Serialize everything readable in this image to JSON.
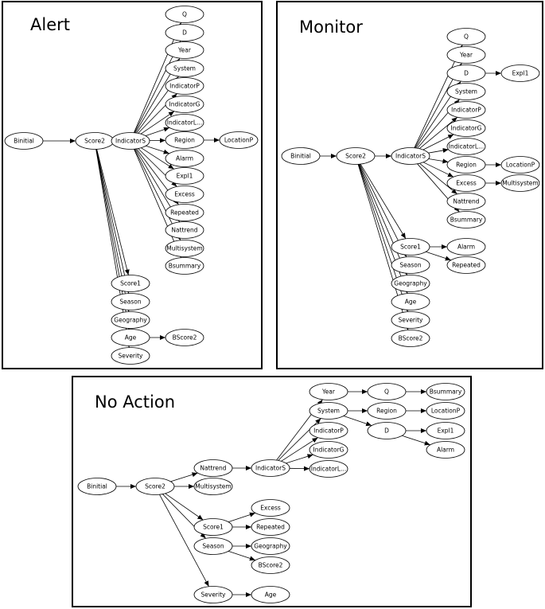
{
  "panels": {
    "alert": {
      "title": "Alert"
    },
    "monitor": {
      "title": "Monitor"
    },
    "no_action": {
      "title": "No Action"
    }
  },
  "graphs": {
    "alert": {
      "nodes": [
        {
          "id": "binitial",
          "label": "Binitial"
        },
        {
          "id": "score2",
          "label": "Score2"
        },
        {
          "id": "indicators",
          "label": "IndicatorS"
        },
        {
          "id": "q",
          "label": "Q"
        },
        {
          "id": "d",
          "label": "D"
        },
        {
          "id": "year",
          "label": "Year"
        },
        {
          "id": "system",
          "label": "System"
        },
        {
          "id": "indicatorp",
          "label": "IndicatorP"
        },
        {
          "id": "indicatorg",
          "label": "IndicatorG"
        },
        {
          "id": "indicatorl",
          "label": "IndicatorL..."
        },
        {
          "id": "region",
          "label": "Region"
        },
        {
          "id": "alarm",
          "label": "Alarm"
        },
        {
          "id": "expl1",
          "label": "Expl1"
        },
        {
          "id": "excess",
          "label": "Excess"
        },
        {
          "id": "repeated",
          "label": "Repeated"
        },
        {
          "id": "nattrend",
          "label": "Nattrend"
        },
        {
          "id": "multisystem",
          "label": "Multisystem"
        },
        {
          "id": "bsummary",
          "label": "Bsummary"
        },
        {
          "id": "locationp",
          "label": "LocationP"
        },
        {
          "id": "score1",
          "label": "Score1"
        },
        {
          "id": "season",
          "label": "Season"
        },
        {
          "id": "geography",
          "label": "Geography"
        },
        {
          "id": "age",
          "label": "Age"
        },
        {
          "id": "severity",
          "label": "Severity"
        },
        {
          "id": "bscore2",
          "label": "BScore2"
        }
      ],
      "edges": [
        [
          "binitial",
          "score2"
        ],
        [
          "score2",
          "indicators"
        ],
        [
          "indicators",
          "q"
        ],
        [
          "indicators",
          "d"
        ],
        [
          "indicators",
          "year"
        ],
        [
          "indicators",
          "system"
        ],
        [
          "indicators",
          "indicatorp"
        ],
        [
          "indicators",
          "indicatorg"
        ],
        [
          "indicators",
          "indicatorl"
        ],
        [
          "indicators",
          "region"
        ],
        [
          "indicators",
          "alarm"
        ],
        [
          "indicators",
          "expl1"
        ],
        [
          "indicators",
          "excess"
        ],
        [
          "indicators",
          "repeated"
        ],
        [
          "indicators",
          "nattrend"
        ],
        [
          "indicators",
          "multisystem"
        ],
        [
          "indicators",
          "bsummary"
        ],
        [
          "region",
          "locationp"
        ],
        [
          "score2",
          "score1"
        ],
        [
          "score2",
          "season"
        ],
        [
          "score2",
          "geography"
        ],
        [
          "score2",
          "age"
        ],
        [
          "score2",
          "severity"
        ],
        [
          "age",
          "bscore2"
        ]
      ]
    },
    "monitor": {
      "nodes": [
        {
          "id": "binitial",
          "label": "Binitial"
        },
        {
          "id": "score2",
          "label": "Score2"
        },
        {
          "id": "indicators",
          "label": "IndicatorS"
        },
        {
          "id": "q",
          "label": "Q"
        },
        {
          "id": "year",
          "label": "Year"
        },
        {
          "id": "d",
          "label": "D"
        },
        {
          "id": "system",
          "label": "System"
        },
        {
          "id": "indicatorp",
          "label": "IndicatorP"
        },
        {
          "id": "indicatorg",
          "label": "IndicatorG"
        },
        {
          "id": "indicatorl",
          "label": "IndicatorL..."
        },
        {
          "id": "region",
          "label": "Region"
        },
        {
          "id": "excess",
          "label": "Excess"
        },
        {
          "id": "nattrend",
          "label": "Nattrend"
        },
        {
          "id": "bsummary",
          "label": "Bsummary"
        },
        {
          "id": "expl1",
          "label": "Expl1"
        },
        {
          "id": "locationp",
          "label": "LocationP"
        },
        {
          "id": "multisystem",
          "label": "Multisystem"
        },
        {
          "id": "score1",
          "label": "Score1"
        },
        {
          "id": "alarm",
          "label": "Alarm"
        },
        {
          "id": "repeated",
          "label": "Repeated"
        },
        {
          "id": "season",
          "label": "Season"
        },
        {
          "id": "geography",
          "label": "Geography"
        },
        {
          "id": "age",
          "label": "Age"
        },
        {
          "id": "severity",
          "label": "Severity"
        },
        {
          "id": "bscore2",
          "label": "BScore2"
        }
      ],
      "edges": [
        [
          "binitial",
          "score2"
        ],
        [
          "score2",
          "indicators"
        ],
        [
          "indicators",
          "q"
        ],
        [
          "indicators",
          "year"
        ],
        [
          "indicators",
          "d"
        ],
        [
          "indicators",
          "system"
        ],
        [
          "indicators",
          "indicatorp"
        ],
        [
          "indicators",
          "indicatorg"
        ],
        [
          "indicators",
          "indicatorl"
        ],
        [
          "indicators",
          "region"
        ],
        [
          "indicators",
          "excess"
        ],
        [
          "indicators",
          "nattrend"
        ],
        [
          "indicators",
          "bsummary"
        ],
        [
          "d",
          "expl1"
        ],
        [
          "region",
          "locationp"
        ],
        [
          "excess",
          "multisystem"
        ],
        [
          "score2",
          "score1"
        ],
        [
          "score2",
          "season"
        ],
        [
          "score2",
          "geography"
        ],
        [
          "score2",
          "age"
        ],
        [
          "score2",
          "severity"
        ],
        [
          "score2",
          "bscore2"
        ],
        [
          "score1",
          "alarm"
        ],
        [
          "score1",
          "repeated"
        ]
      ]
    },
    "no_action": {
      "nodes": [
        {
          "id": "binitial",
          "label": "Binitial"
        },
        {
          "id": "score2",
          "label": "Score2"
        },
        {
          "id": "nattrend",
          "label": "Nattrend"
        },
        {
          "id": "multisystem",
          "label": "Multisystem"
        },
        {
          "id": "indicators",
          "label": "IndicatorS"
        },
        {
          "id": "year",
          "label": "Year"
        },
        {
          "id": "system",
          "label": "System"
        },
        {
          "id": "indicatorp",
          "label": "IndicatorP"
        },
        {
          "id": "indicatorg",
          "label": "IndicatorG"
        },
        {
          "id": "indicatorl",
          "label": "IndicatorL..."
        },
        {
          "id": "q",
          "label": "Q"
        },
        {
          "id": "region",
          "label": "Region"
        },
        {
          "id": "d",
          "label": "D"
        },
        {
          "id": "bsummary",
          "label": "Bsummary"
        },
        {
          "id": "locationp",
          "label": "LocationP"
        },
        {
          "id": "expl1",
          "label": "Expl1"
        },
        {
          "id": "alarm",
          "label": "Alarm"
        },
        {
          "id": "score1",
          "label": "Score1"
        },
        {
          "id": "season",
          "label": "Season"
        },
        {
          "id": "excess",
          "label": "Excess"
        },
        {
          "id": "repeated",
          "label": "Repeated"
        },
        {
          "id": "geography",
          "label": "Geography"
        },
        {
          "id": "bscore2",
          "label": "BScore2"
        },
        {
          "id": "severity",
          "label": "Severity"
        },
        {
          "id": "age",
          "label": "Age"
        }
      ],
      "edges": [
        [
          "binitial",
          "score2"
        ],
        [
          "score2",
          "nattrend"
        ],
        [
          "score2",
          "multisystem"
        ],
        [
          "score2",
          "score1"
        ],
        [
          "score2",
          "season"
        ],
        [
          "score2",
          "severity"
        ],
        [
          "nattrend",
          "indicators"
        ],
        [
          "indicators",
          "year"
        ],
        [
          "indicators",
          "system"
        ],
        [
          "indicators",
          "indicatorp"
        ],
        [
          "indicators",
          "indicatorg"
        ],
        [
          "indicators",
          "indicatorl"
        ],
        [
          "year",
          "q"
        ],
        [
          "q",
          "bsummary"
        ],
        [
          "system",
          "region"
        ],
        [
          "system",
          "d"
        ],
        [
          "region",
          "locationp"
        ],
        [
          "d",
          "expl1"
        ],
        [
          "d",
          "alarm"
        ],
        [
          "score1",
          "excess"
        ],
        [
          "score1",
          "repeated"
        ],
        [
          "season",
          "geography"
        ],
        [
          "season",
          "bscore2"
        ],
        [
          "severity",
          "age"
        ]
      ]
    }
  }
}
